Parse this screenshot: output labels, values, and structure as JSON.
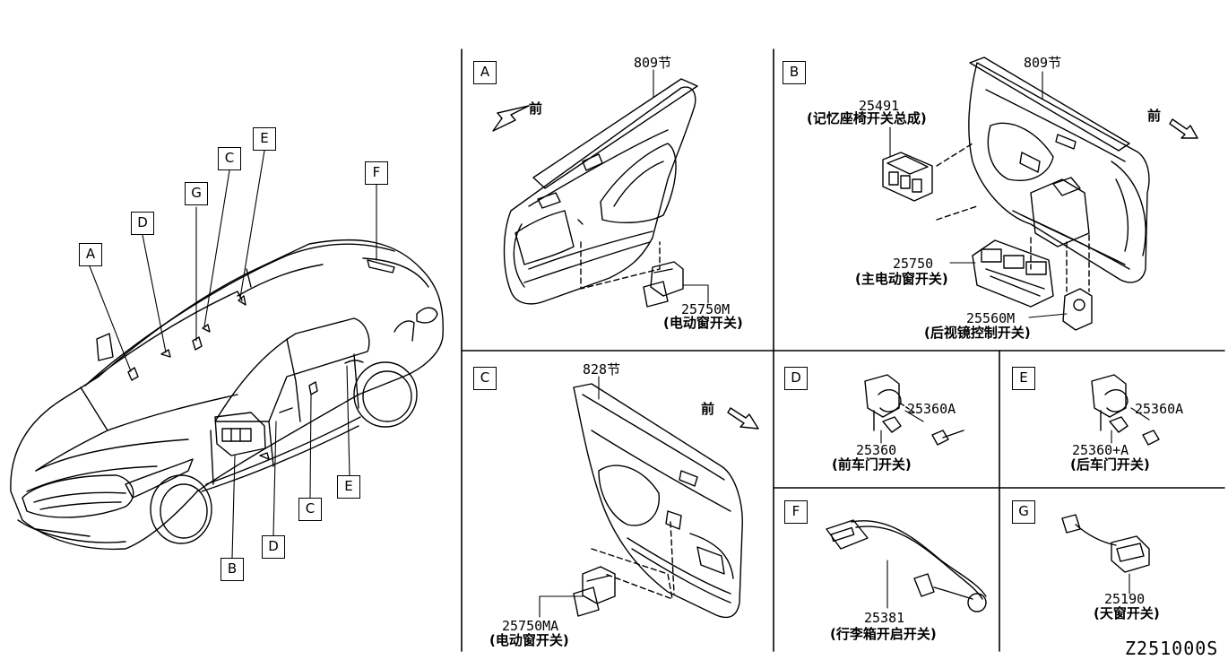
{
  "diagram_id": "Z251000S",
  "car_callouts": [
    {
      "id": "A",
      "label": "A"
    },
    {
      "id": "B",
      "label": "B"
    },
    {
      "id": "C1",
      "label": "C"
    },
    {
      "id": "C2",
      "label": "C"
    },
    {
      "id": "D1",
      "label": "D"
    },
    {
      "id": "D2",
      "label": "D"
    },
    {
      "id": "E1",
      "label": "E"
    },
    {
      "id": "E2",
      "label": "E"
    },
    {
      "id": "F",
      "label": "F"
    },
    {
      "id": "G",
      "label": "G"
    }
  ],
  "panels": {
    "A": {
      "label": "A",
      "section": "809节",
      "forward": "前",
      "part_no": "25750M",
      "part_name": "(电动窗开关)"
    },
    "B": {
      "label": "B",
      "section": "809节",
      "forward": "前",
      "parts": [
        {
          "part_no": "25491",
          "part_name": "(记忆座椅开关总成)"
        },
        {
          "part_no": "25750",
          "part_name": "(主电动窗开关)"
        },
        {
          "part_no": "25560M",
          "part_name": "(后视镜控制开关)"
        }
      ]
    },
    "C": {
      "label": "C",
      "section": "828节",
      "forward": "前",
      "part_no": "25750MA",
      "part_name": "(电动窗开关)"
    },
    "D": {
      "label": "D",
      "sub_part_no": "25360A",
      "part_no": "25360",
      "part_name": "(前车门开关)"
    },
    "E": {
      "label": "E",
      "sub_part_no": "25360A",
      "part_no": "25360+A",
      "part_name": "(后车门开关)"
    },
    "F": {
      "label": "F",
      "part_no": "25381",
      "part_name": "(行李箱开启开关)"
    },
    "G": {
      "label": "G",
      "part_no": "25190",
      "part_name": "(天窗开关)"
    }
  }
}
